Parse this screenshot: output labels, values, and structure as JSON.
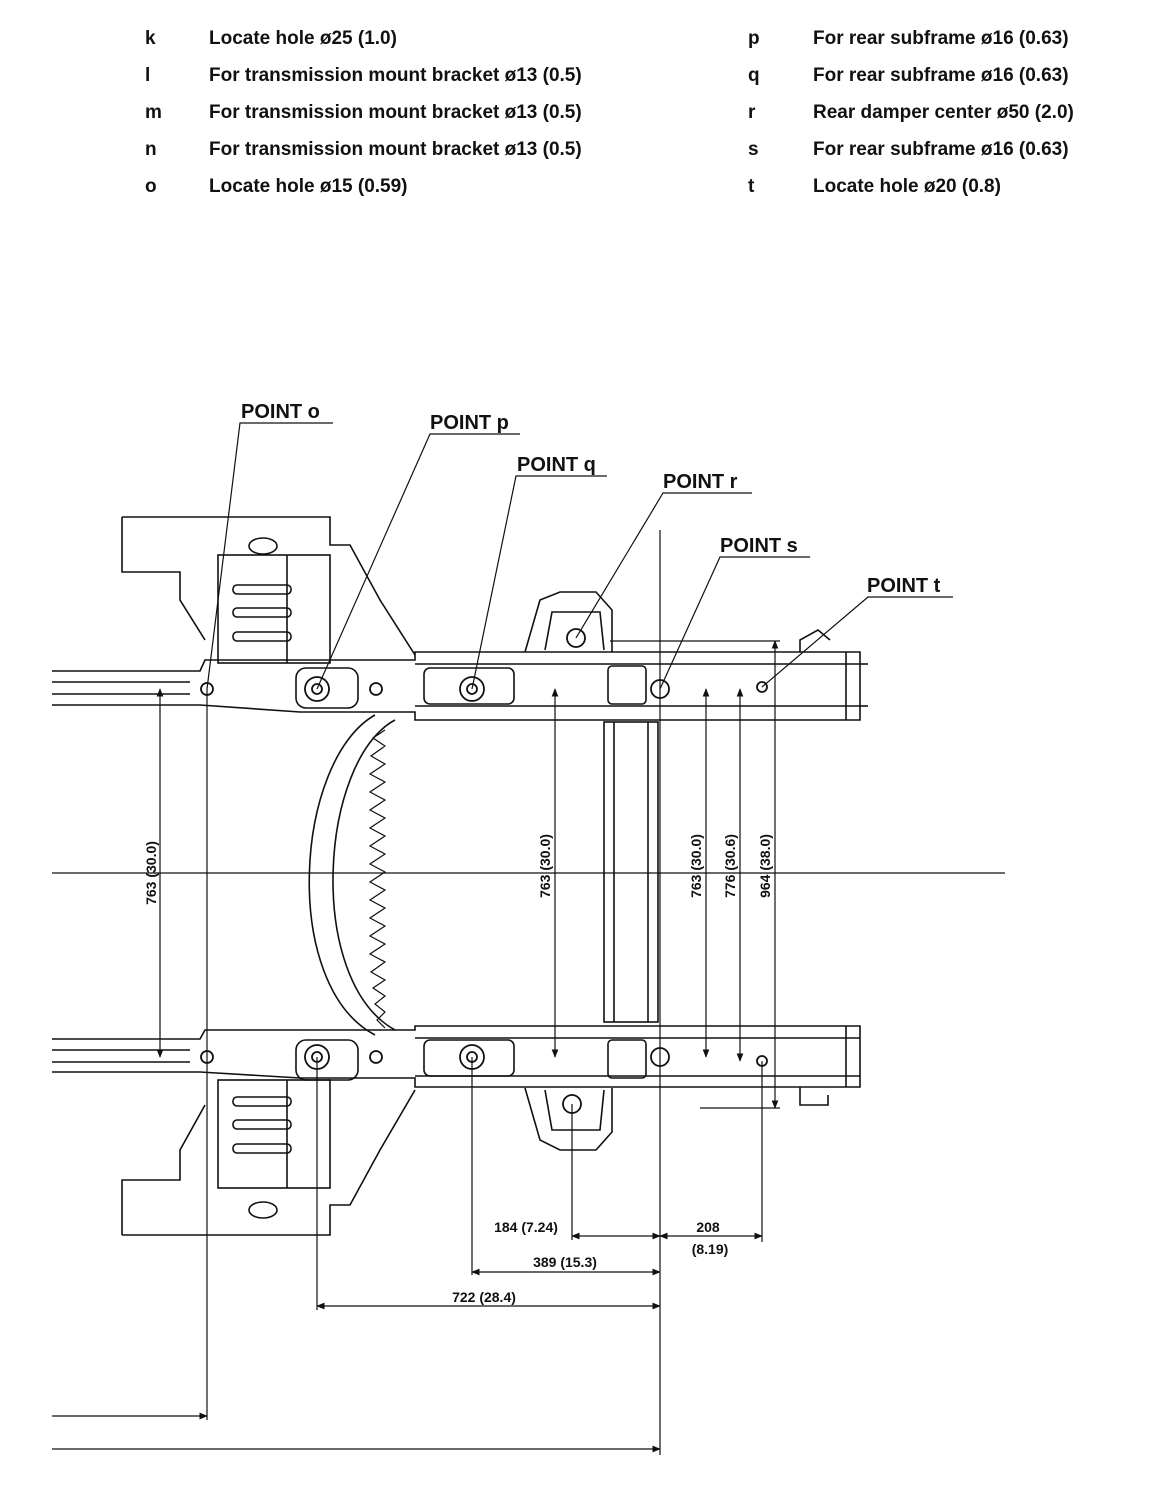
{
  "legend_left": [
    {
      "key": "k",
      "desc": "Locate hole ø25 (1.0)"
    },
    {
      "key": "l",
      "desc": "For transmission mount bracket ø13 (0.5)"
    },
    {
      "key": "m",
      "desc": "For transmission mount bracket ø13 (0.5)"
    },
    {
      "key": "n",
      "desc": "For transmission mount bracket ø13 (0.5)"
    },
    {
      "key": "o",
      "desc": "Locate hole ø15 (0.59)"
    }
  ],
  "legend_right": [
    {
      "key": "p",
      "desc": "For rear subframe ø16 (0.63)"
    },
    {
      "key": "q",
      "desc": "For rear subframe ø16 (0.63)"
    },
    {
      "key": "r",
      "desc": "Rear damper center ø50 (2.0)"
    },
    {
      "key": "s",
      "desc": "For rear subframe ø16 (0.63)"
    },
    {
      "key": "t",
      "desc": "Locate hole ø20 (0.8)"
    }
  ],
  "points": {
    "o": "POINT o",
    "p": "POINT p",
    "q": "POINT q",
    "r": "POINT r",
    "s": "POINT s",
    "t": "POINT t"
  },
  "dimensions": {
    "v_left_763": "763 (30.0)",
    "v_mid_763": "763 (30.0)",
    "v_right_763": "763 (30.0)",
    "v_776": "776 (30.6)",
    "v_964": "964 (38.0)",
    "h_184": "184 (7.24)",
    "h_208_a": "208",
    "h_208_b": "(8.19)",
    "h_389": "389 (15.3)",
    "h_722": "722 (28.4)"
  }
}
